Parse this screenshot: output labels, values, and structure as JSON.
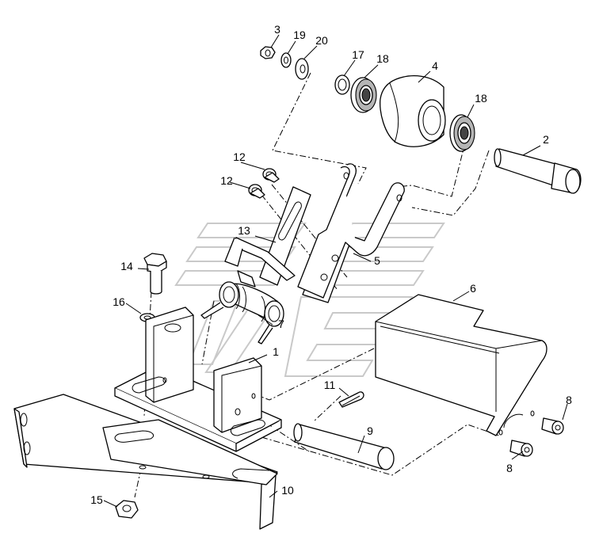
{
  "callouts": [
    {
      "id": "c3",
      "text": "3"
    },
    {
      "id": "c19",
      "text": "19"
    },
    {
      "id": "c20",
      "text": "20"
    },
    {
      "id": "c17",
      "text": "17"
    },
    {
      "id": "c18a",
      "text": "18"
    },
    {
      "id": "c4",
      "text": "4"
    },
    {
      "id": "c18b",
      "text": "18"
    },
    {
      "id": "c2",
      "text": "2"
    },
    {
      "id": "c12a",
      "text": "12"
    },
    {
      "id": "c12b",
      "text": "12"
    },
    {
      "id": "c13",
      "text": "13"
    },
    {
      "id": "c5",
      "text": "5"
    },
    {
      "id": "c14",
      "text": "14"
    },
    {
      "id": "c16",
      "text": "16"
    },
    {
      "id": "c7",
      "text": "7"
    },
    {
      "id": "c6",
      "text": "6"
    },
    {
      "id": "c1",
      "text": "1"
    },
    {
      "id": "c11",
      "text": "11"
    },
    {
      "id": "c9",
      "text": "9"
    },
    {
      "id": "c8a",
      "text": "8"
    },
    {
      "id": "c8b",
      "text": "8"
    },
    {
      "id": "c10",
      "text": "10"
    },
    {
      "id": "c15",
      "text": "15"
    }
  ]
}
